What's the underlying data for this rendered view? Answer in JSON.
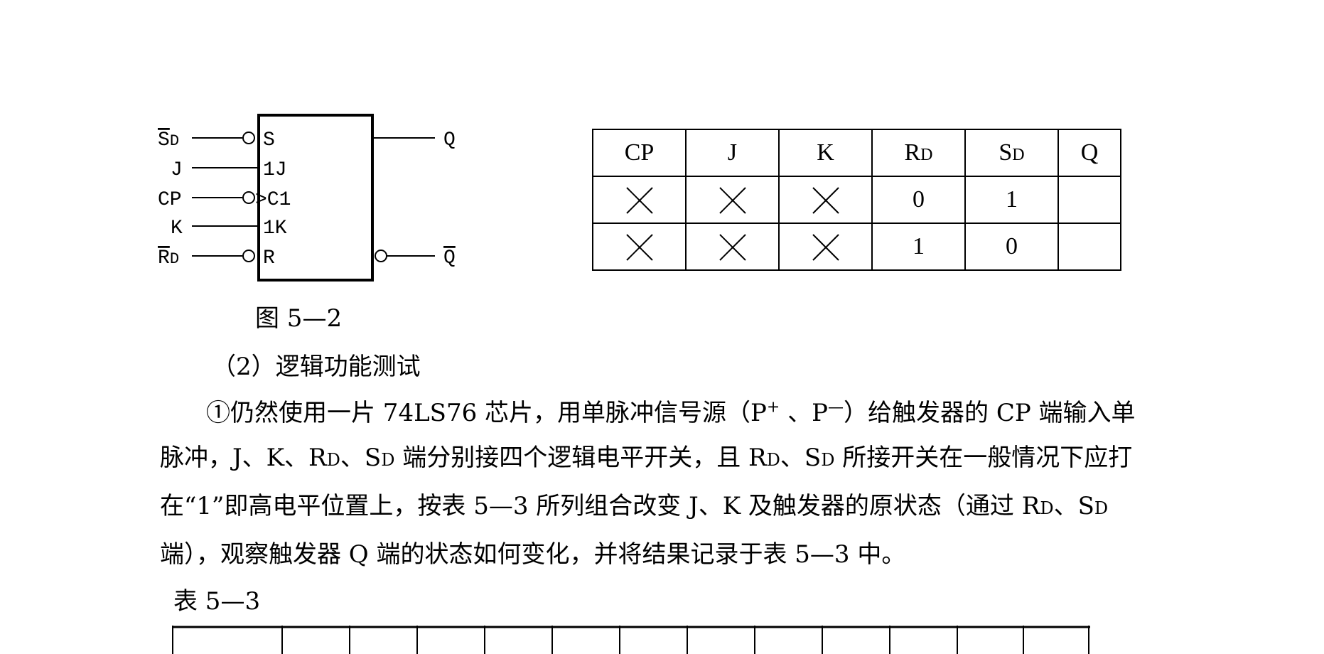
{
  "diagram": {
    "inputs": {
      "sd": {
        "main": "S",
        "sub": "D"
      },
      "j": "J",
      "cp": "CP",
      "k": "K",
      "rd": {
        "main": "R",
        "sub": "D"
      }
    },
    "block_pins": {
      "s": "S",
      "j": "1J",
      "c": ">C1",
      "k": "1K",
      "r": "R"
    },
    "outputs": {
      "q": "Q",
      "qbar": "Q"
    }
  },
  "truth_table": {
    "headers": [
      {
        "main": "CP",
        "sub": ""
      },
      {
        "main": "J",
        "sub": ""
      },
      {
        "main": "K",
        "sub": ""
      },
      {
        "main": "R",
        "sub": "D"
      },
      {
        "main": "S",
        "sub": "D"
      },
      {
        "main": "Q",
        "sub": ""
      }
    ],
    "rows": [
      {
        "rd": "0",
        "sd": "1",
        "q": ""
      },
      {
        "rd": "1",
        "sd": "0",
        "q": ""
      }
    ],
    "dont_care_icon": "x-mark-icon"
  },
  "text": {
    "figure_caption": "图 5—2",
    "section_heading": "（2）逻辑功能测试",
    "para_line1_a": "①仍然使用一片 74LS76 芯片，用单脉冲信号源（P",
    "para_line1_plus": "+",
    "para_line1_b": " 、P",
    "para_line1_minus": "—",
    "para_line1_c": "）给触发器的 CP 端输入单",
    "para_line2_a": "脉冲，J、K、R",
    "para_line2_b": "、S",
    "para_line2_c": " 端分别接四个逻辑电平开关，且 R",
    "para_line2_d": "、S",
    "para_line2_e": " 所接开关在一般情况下应打",
    "para_line3_a": "在“1”即高电平位置上，按表 5—3 所列组合改变 J、K 及触发器的原状态（通过 R",
    "para_line3_b": "、S",
    "para_line4": "端），观察触发器 Q 端的状态如何变化，并将结果记录于表 5—3 中。",
    "sub_d": "D",
    "table53_title": "表 5—3"
  }
}
